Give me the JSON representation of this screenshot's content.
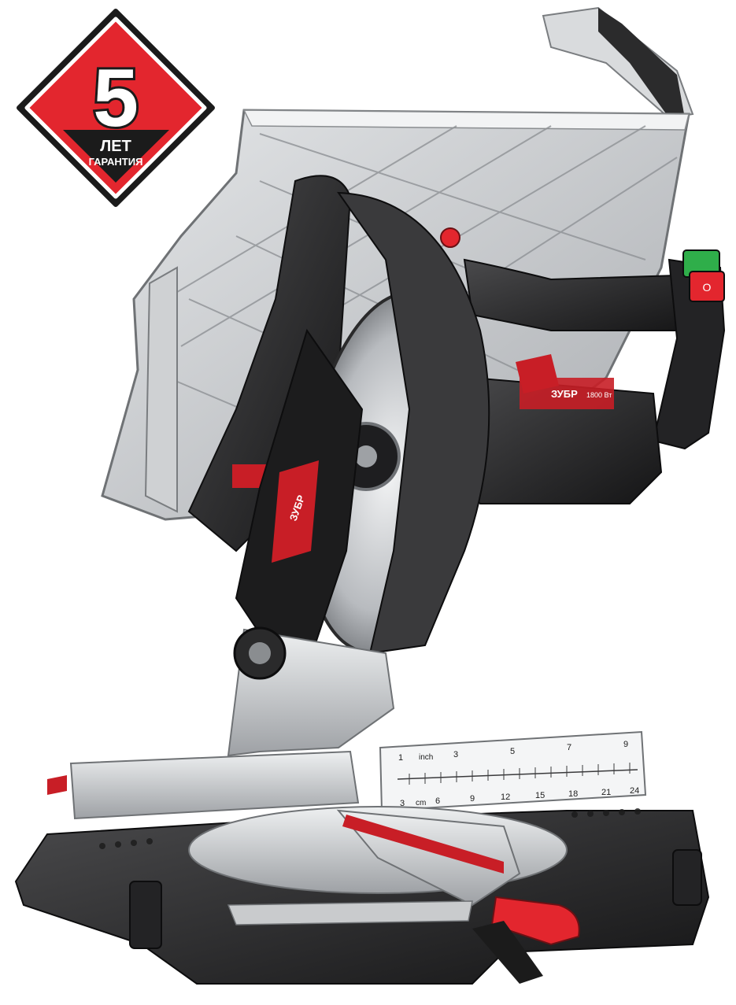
{
  "warranty_badge": {
    "years": "5",
    "word_years": "ЛЕТ",
    "word_warranty": "ГАРАНТИЯ",
    "colors": {
      "red": "#e3262e",
      "dark": "#1b1b1b",
      "outline": "#ffffff"
    }
  },
  "product": {
    "brand": "ЗУБР",
    "power_label": "1800 Вт",
    "motor_label": "1800 Вт",
    "colors": {
      "body": "#2a2a2a",
      "accent": "#c81e26",
      "metal": "#c9cbcd",
      "blade": "#d7d9dc"
    }
  },
  "ruler": {
    "unit_top": "inch",
    "unit_bottom": "cm",
    "inch_marks": [
      "1",
      "3",
      "5",
      "7",
      "9"
    ],
    "cm_marks": [
      "3",
      "6",
      "9",
      "12",
      "15",
      "18",
      "21",
      "24"
    ]
  },
  "switch": {
    "on_icon": "power-on-icon",
    "off_symbol": "O"
  }
}
